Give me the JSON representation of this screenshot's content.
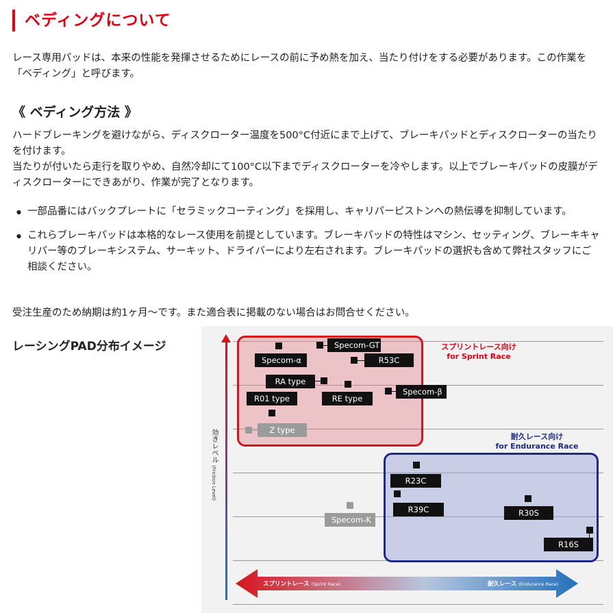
{
  "page": {
    "title": "ベディングについて",
    "intro": "レース専用パッドは、本来の性能を発揮させるためにレースの前に予め熱を加え、当たり付けをする必要があります。この作業を「ベディング」と呼びます。",
    "method_title": "《 ベディング方法 》",
    "method_line1": "ハードブレーキングを避けながら、ディスクローター温度を500°C付近にまで上げて、ブレーキパッドとディスクローターの当たりを付けます。",
    "method_line2": "当たりが付いたら走行を取りやめ、自然冷却にて100°C以下までディスクローターを冷やします。以上でブレーキパッドの皮膜がディスクローターにできあがり、作業が完了となります。",
    "bullets": [
      "一部品番にはバックプレートに「セラミックコーティング」を採用し、キャリパーピストンへの熱伝導を抑制しています。",
      "これらブレーキパッドは本格的なレース使用を前提としています。ブレーキパッドの特性はマシン、セッティング、ブレーキキャリパー等のブレーキシステム、サーキット、ドライバーにより左右されます。ブレーキパッドの選択も含めて弊社スタッフにご相談ください。"
    ],
    "note": "受注生産のため納期は約1ヶ月〜です。また適合表に掲載のない場合はお問合せください。",
    "pad_map_title": "レーシングPAD分布イメージ"
  },
  "chart": {
    "y_label_ja": "効きレベル",
    "y_label_en": "(Friction Level)",
    "sprint_zone_ja": "スプリントレース向け",
    "sprint_zone_en": "for Sprint Race",
    "endurance_zone_ja": "耐久レース向け",
    "endurance_zone_en": "for Endurance Race",
    "x_left_ja": "スプリントレース",
    "x_left_en": "(Sprint Race)",
    "x_right_ja": "耐久レース",
    "x_right_en": "(Endurance Race)",
    "pads": {
      "specom_gt": "Specom-GT",
      "specom_alpha": "Specom-α",
      "r53c": "R53C",
      "ra_type": "RA type",
      "specom_beta": "Specom-β",
      "r01_type": "R01 type",
      "re_type": "RE type",
      "z_type": "Z type",
      "r23c": "R23C",
      "r39c": "R39C",
      "r30s": "R30S",
      "specom_k": "Specom-K",
      "r16s": "R16S"
    },
    "colors": {
      "sprint": "#e60012",
      "endurance": "#1c2a8c",
      "pad": "#111111",
      "pad_grey": "#9b9b9b"
    }
  }
}
